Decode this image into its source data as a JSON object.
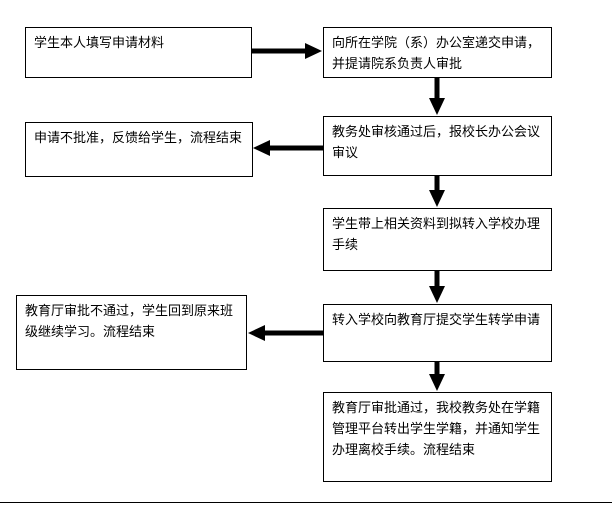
{
  "steps": {
    "s1": "学生本人填写申请材料",
    "s2": "向所在学院（系）办公室递交申请，并提请院系负责人审批",
    "s3": "教务处审核通过后，报校长办公会议审议",
    "s4": "申请不批准，反馈给学生，流程结束",
    "s5": "学生带上相关资料到拟转入学校办理手续",
    "s6": "转入学校向教育厅提交学生转学申请",
    "s7": "教育厅审批不通过，学生回到原来班级继续学习。流程结束",
    "s8": "教育厅审批通过，我校教务处在学籍管理平台转出学生学籍，并通知学生办理离校手续。流程结束"
  }
}
